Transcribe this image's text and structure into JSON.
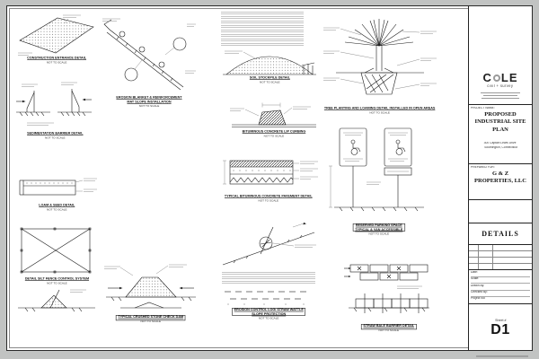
{
  "sheet": {
    "page_background": "#c1c3c2",
    "paper_background": "#ffffff",
    "line_color": "#1a1a1a"
  },
  "titleblock": {
    "logo": {
      "part1": "C",
      "part2": "LE",
      "subtitle": "civil + survey"
    },
    "project": {
      "label": "PROJECT NAME:",
      "name_line1": "PROPOSED",
      "name_line2": "INDUSTRIAL SITE",
      "name_line3": "PLAN",
      "address_line1": "300 Captain Lewis Drive",
      "address_line2": "Southington, Connecticut"
    },
    "prepared": {
      "label": "PREPARED FOR:",
      "name_line1": "G & Z",
      "name_line2": "PROPERTIES, LLC"
    },
    "sheet_title": "DETAILS",
    "fields": [
      {
        "label": "Date:"
      },
      {
        "label": "Scale:"
      },
      {
        "label": "Drawn By:"
      },
      {
        "label": "Checked By:"
      },
      {
        "label": "Project No:"
      }
    ],
    "sheet_label": "Sheet #",
    "sheet_number": "D1"
  },
  "details": [
    {
      "title": "CONSTRUCTION ENTRANCE DETAIL",
      "scale": "NOT TO SCALE"
    },
    {
      "title": "SEDIMENTATION BARRIER DETAIL",
      "scale": "NOT TO SCALE"
    },
    {
      "title": "LOAM & SEED DETAIL",
      "scale": "NOT TO SCALE"
    },
    {
      "title": "DETAIL SILT FENCE CONTROL SYSTEM",
      "scale": "NOT TO SCALE"
    },
    {
      "title": "EROSION BLANKET & REINFORCEMENT",
      "title2": "MAT SLOPE INSTALLATION",
      "scale": "NOT TO SCALE"
    },
    {
      "title": "TYPICAL CRUSHED STONE CHECK DAM",
      "scale": "NOT TO SCALE"
    },
    {
      "title": "SOIL STOCKPILE DETAIL",
      "scale": "NOT TO SCALE"
    },
    {
      "title": "BITUMINOUS CONCRETE LIP CURBING",
      "scale": "NOT TO SCALE"
    },
    {
      "title": "TYPICAL BITUMINOUS CONCRETE PAVEMENT DETAIL",
      "scale": "NOT TO SCALE"
    },
    {
      "title": "EROSION CONTROL LOG/ STRAW WATTLE",
      "title2": "SLOPE PROTECTION",
      "scale": "NOT TO SCALE"
    },
    {
      "title": "TREE PLANTING AND LOAMING DETAIL INSTALLED IN OPEN AREAS",
      "scale": "NOT TO SCALE"
    },
    {
      "title": "RESERVED PARKING SPACE",
      "title2": "TYPICAL & VAN ACCESSIBLE",
      "scale": "NOT TO SCALE"
    },
    {
      "title": "STRAW BALE BARRIER DETAIL",
      "scale": "NOT TO SCALE"
    }
  ]
}
